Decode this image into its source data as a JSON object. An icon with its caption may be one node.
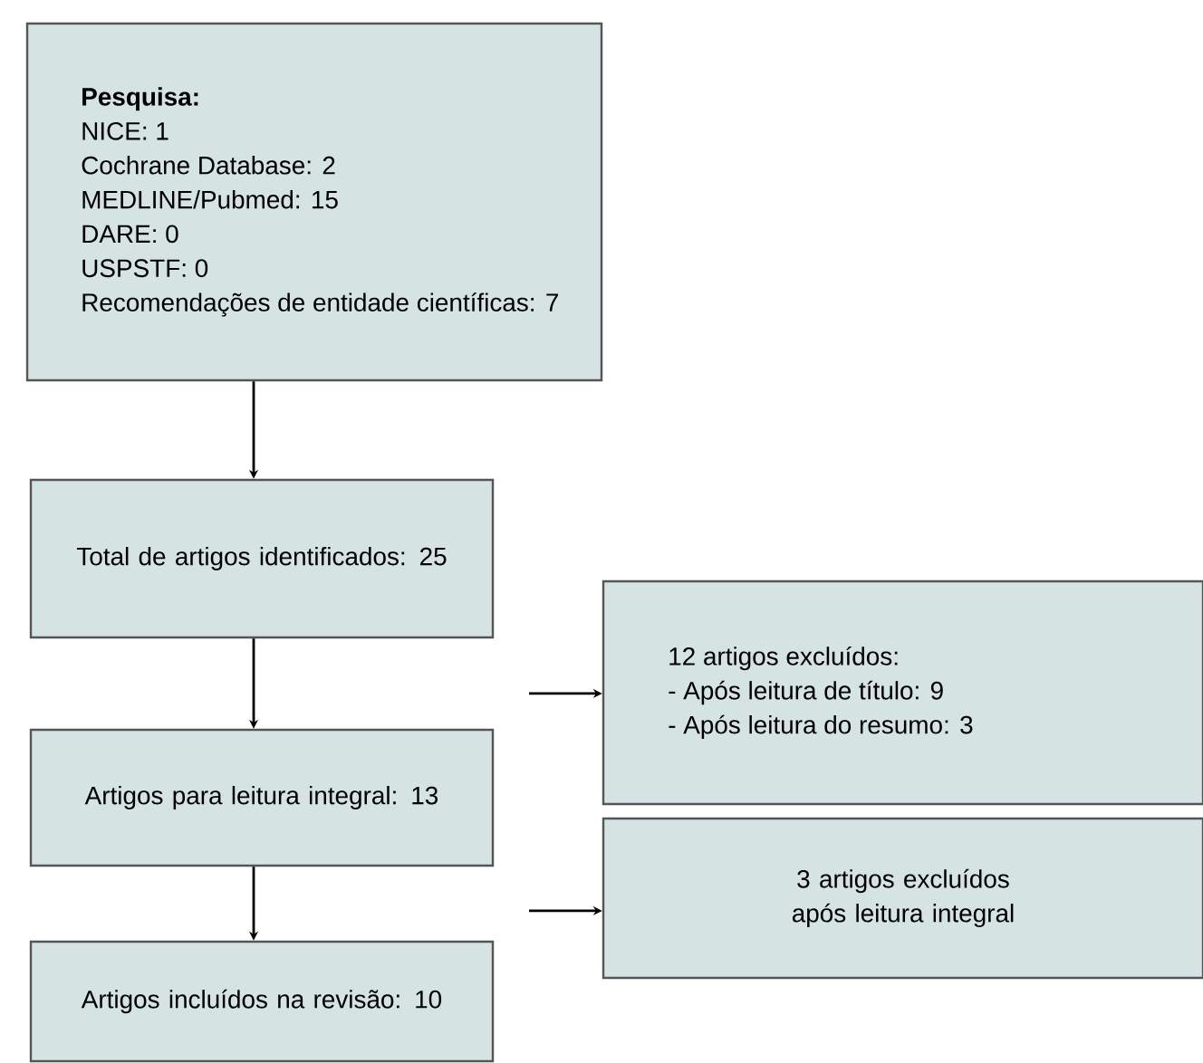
{
  "diagram": {
    "nodes": [
      {
        "text": [
          "Pesquisa:",
          "NICE: 1",
          "Cochrane Database: 2",
          "MEDLINE/Pubmed: 15",
          "DARE: 0",
          "USPSTF: 0",
          "Recomendações de entidade científicas: 7"
        ]
      },
      {
        "text": [
          "Total de artigos identificados: 25"
        ]
      },
      {
        "text": [
          "12 artigos excluídos:",
          "- Após leitura de título: 9",
          "- Após leitura do resumo: 3"
        ]
      },
      {
        "text": [
          "Artigos para leitura integral: 13"
        ]
      },
      {
        "text": [
          "3 artigos excluídos após leitura integral"
        ]
      },
      {
        "text": [
          "Artigos incluídos na revisão: 10"
        ]
      }
    ],
    "edges": [
      {
        "from": 0,
        "to": 1,
        "arrow": "to"
      },
      {
        "from": 1,
        "to": 3,
        "arrow": "to"
      },
      {
        "from": null,
        "to": 2,
        "arrow": "to"
      },
      {
        "from": 3,
        "to": 5,
        "arrow": "to"
      },
      {
        "from": null,
        "to": 4,
        "arrow": "to"
      }
    ]
  }
}
